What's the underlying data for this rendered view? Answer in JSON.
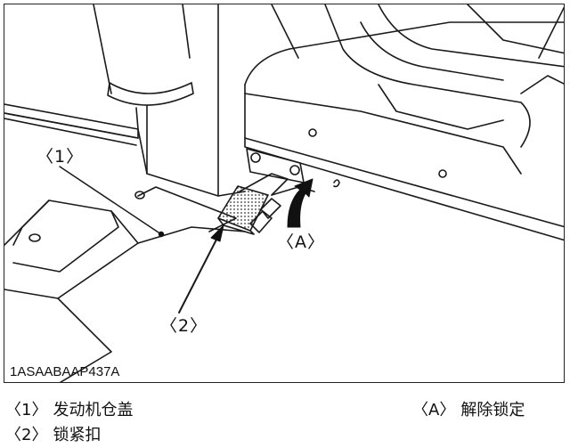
{
  "figure_code": "1ASAABAAP437A",
  "callouts": {
    "c1": "〈1〉",
    "c2": "〈2〉",
    "cA": "〈A〉"
  },
  "legend": [
    {
      "key": "〈1〉",
      "text": "发动机仓盖"
    },
    {
      "key": "〈2〉",
      "text": "锁紧扣"
    },
    {
      "key": "〈A〉",
      "text": "解除锁定"
    }
  ]
}
